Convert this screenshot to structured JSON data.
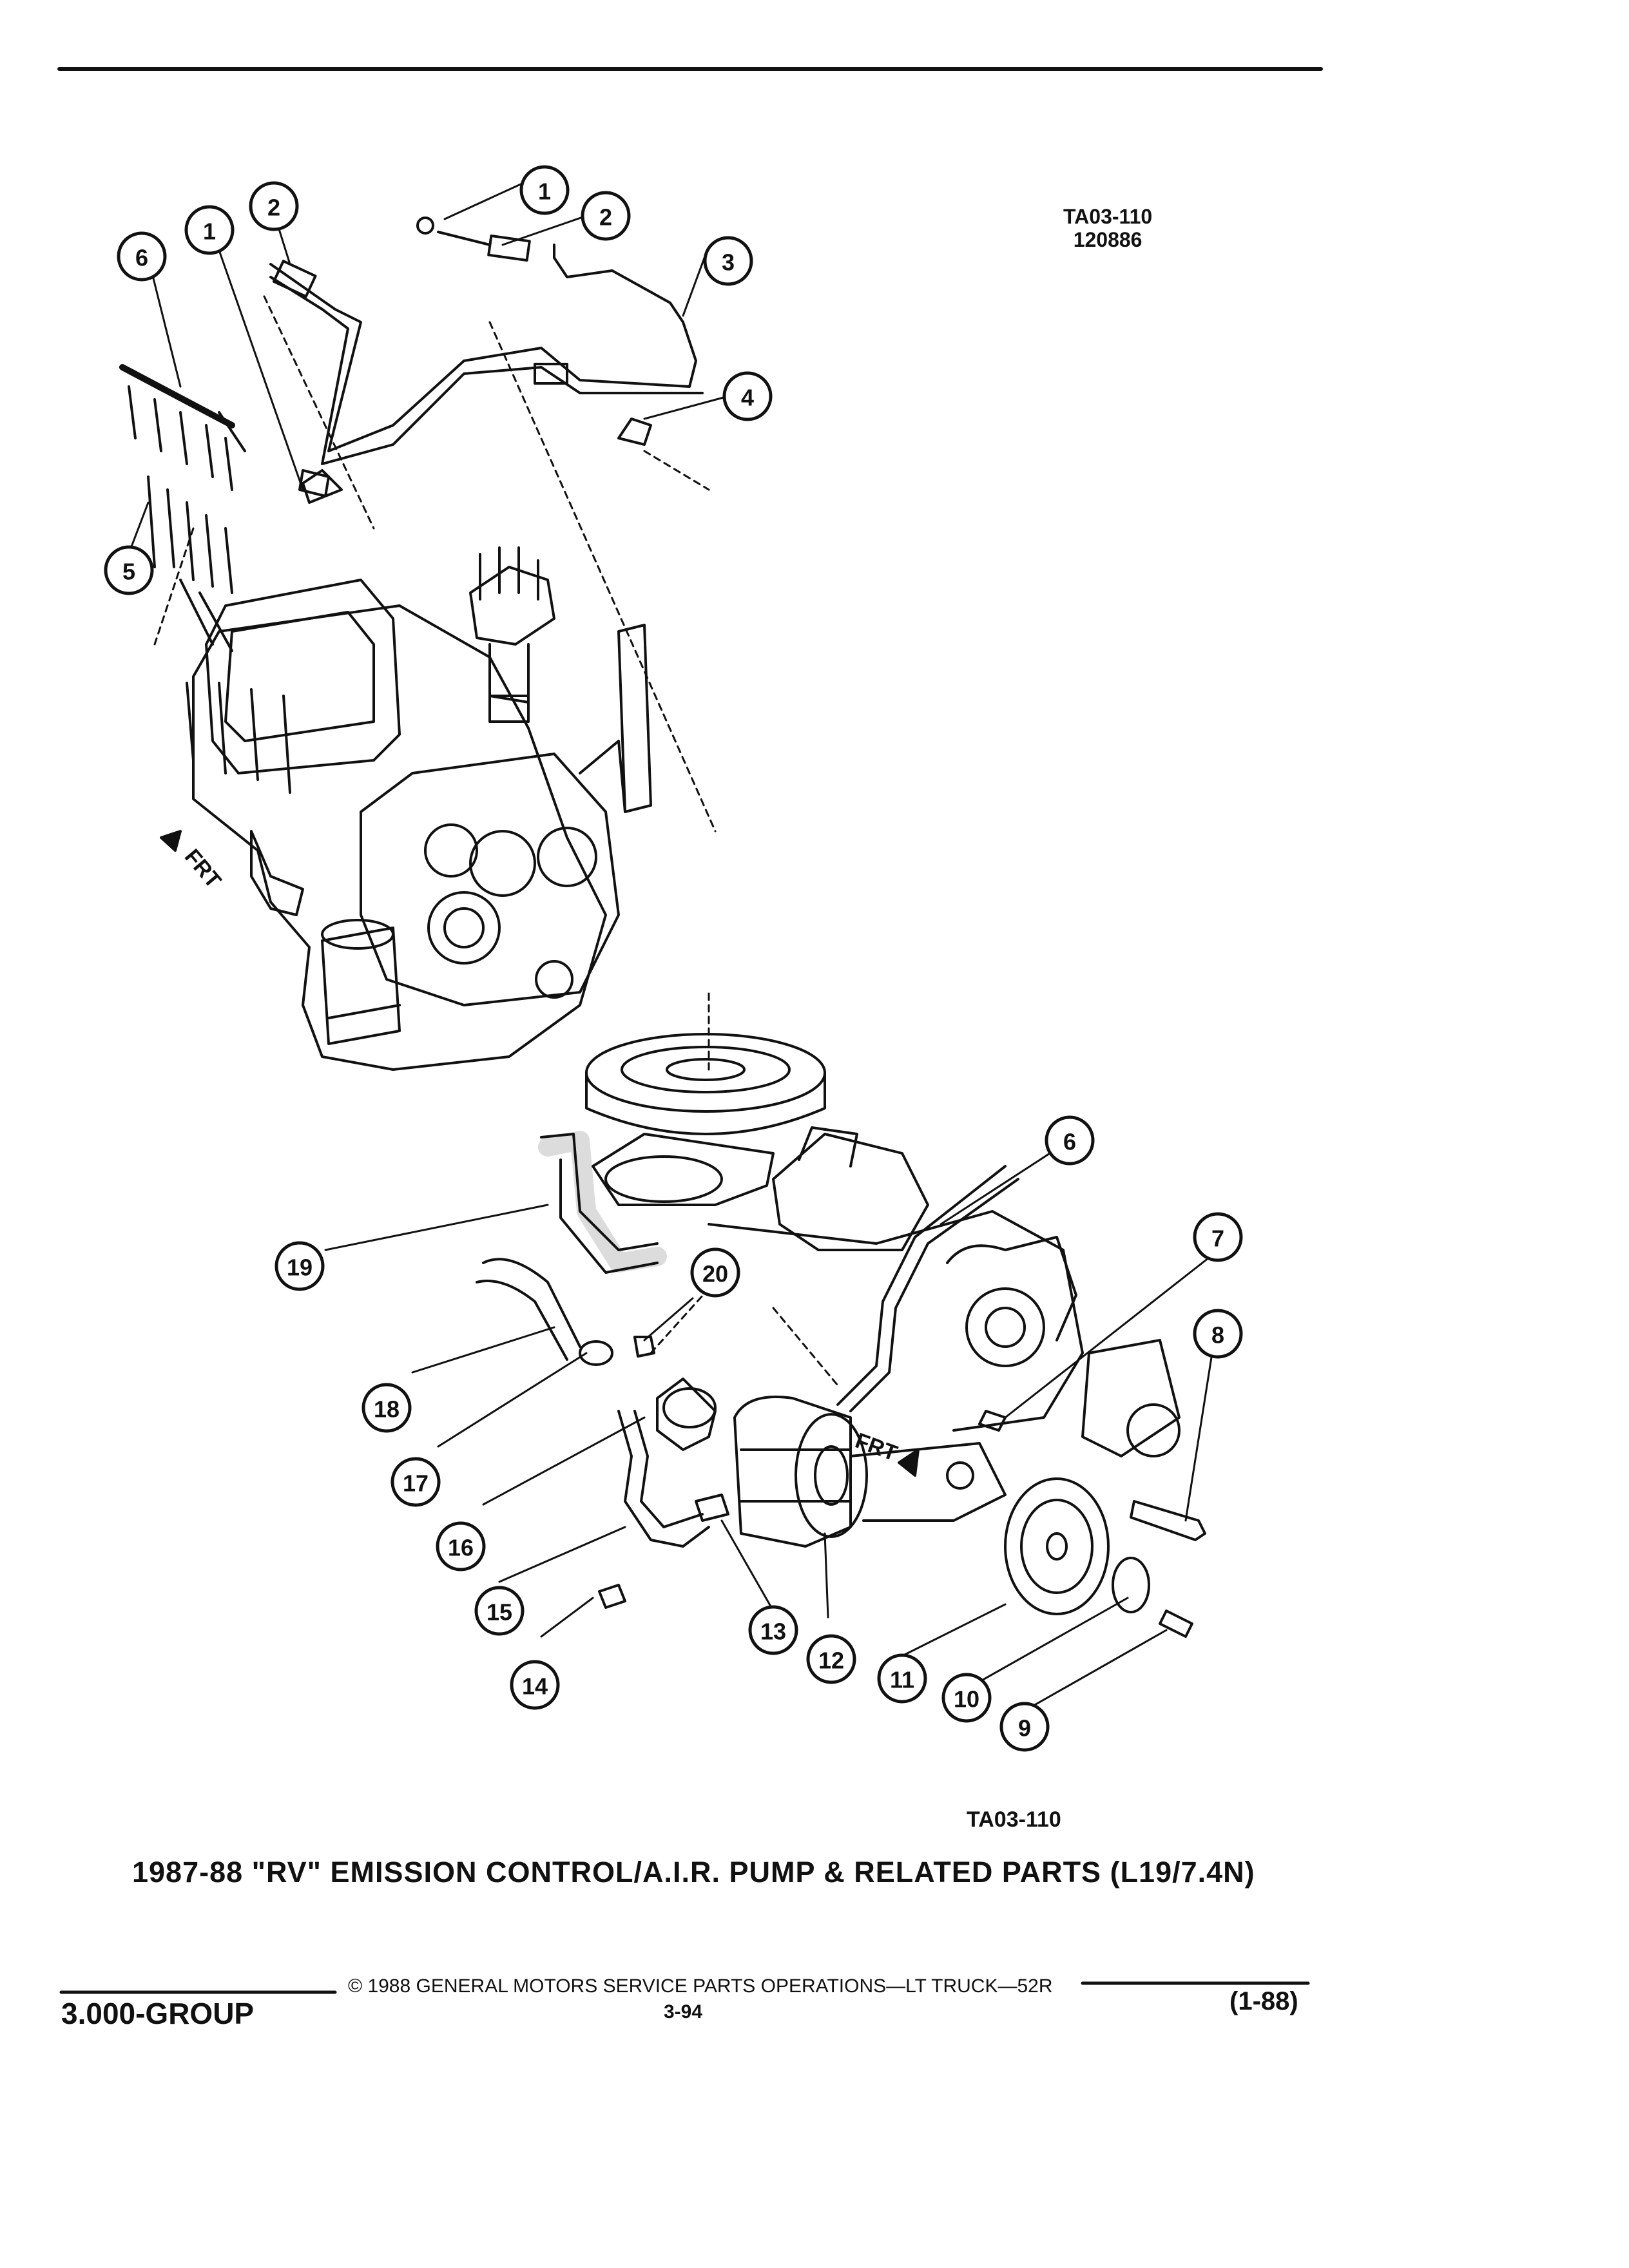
{
  "header": {
    "ref_top_line1": "TA03-110",
    "ref_top_line2": "120886"
  },
  "figure": {
    "ref_bottom": "TA03-110",
    "caption": "1987-88 \"RV\" EMISSION CONTROL/A.I.R. PUMP & RELATED PARTS (L19/7.4N)",
    "front_label": "FRT",
    "callouts": [
      {
        "id": "c1a",
        "label": "1"
      },
      {
        "id": "c2a",
        "label": "2"
      },
      {
        "id": "c1b",
        "label": "1"
      },
      {
        "id": "c2b",
        "label": "2"
      },
      {
        "id": "c3",
        "label": "3"
      },
      {
        "id": "c4",
        "label": "4"
      },
      {
        "id": "c5",
        "label": "5"
      },
      {
        "id": "c6a",
        "label": "6"
      },
      {
        "id": "c6b",
        "label": "6"
      },
      {
        "id": "c7",
        "label": "7"
      },
      {
        "id": "c8",
        "label": "8"
      },
      {
        "id": "c9",
        "label": "9"
      },
      {
        "id": "c10",
        "label": "10"
      },
      {
        "id": "c11",
        "label": "11"
      },
      {
        "id": "c12",
        "label": "12"
      },
      {
        "id": "c13",
        "label": "13"
      },
      {
        "id": "c14",
        "label": "14"
      },
      {
        "id": "c15",
        "label": "15"
      },
      {
        "id": "c16",
        "label": "16"
      },
      {
        "id": "c17",
        "label": "17"
      },
      {
        "id": "c18",
        "label": "18"
      },
      {
        "id": "c19",
        "label": "19"
      },
      {
        "id": "c20",
        "label": "20"
      }
    ]
  },
  "footer": {
    "copyright": "© 1988 GENERAL MOTORS SERVICE PARTS OPERATIONS—LT TRUCK—52R",
    "group": "3.000-GROUP",
    "page_number": "3-94",
    "revision": "(1-88)"
  }
}
